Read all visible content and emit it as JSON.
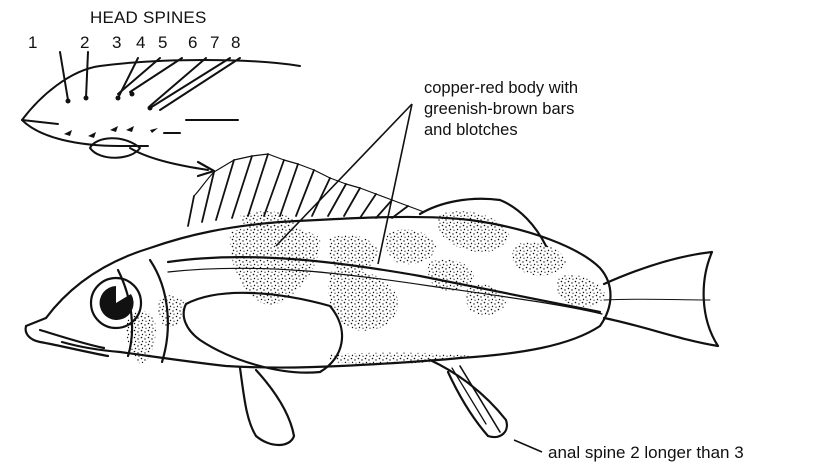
{
  "head_spines": {
    "title": "HEAD SPINES",
    "numbers": [
      "1",
      "2",
      "3",
      "4",
      "5",
      "6",
      "7",
      "8"
    ]
  },
  "body_label": {
    "line1": "copper-red body with",
    "line2": "greenish-brown bars",
    "line3": "and blotches"
  },
  "anal_label": "anal spine 2 longer than 3",
  "colors": {
    "ink": "#111111",
    "background": "#ffffff"
  }
}
